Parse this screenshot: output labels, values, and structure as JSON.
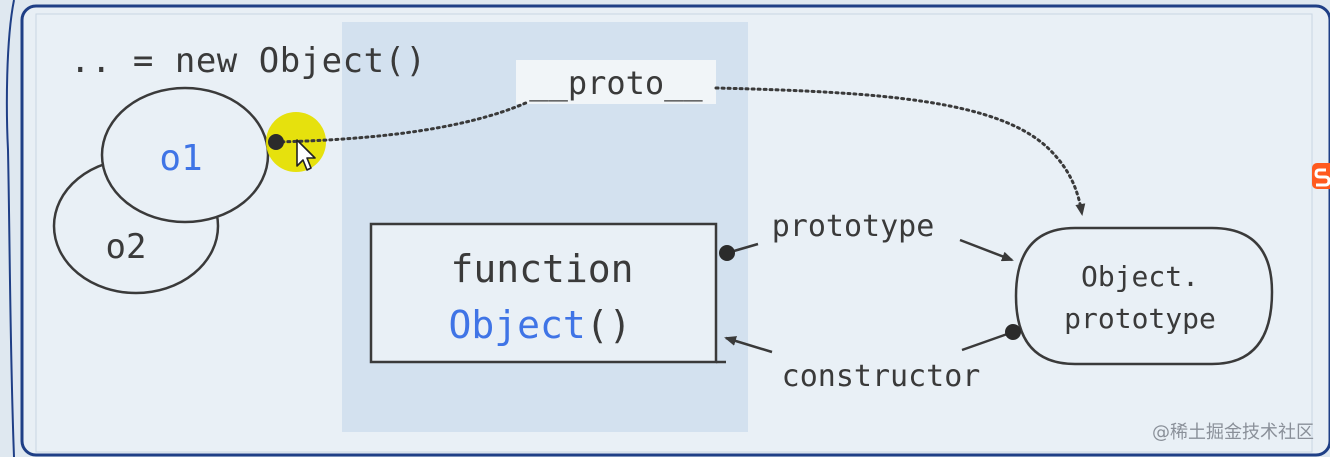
{
  "colors": {
    "frame_bg": "#e8eff5",
    "center_band": "#d3e1ef",
    "frame_border": "#1f3f86",
    "ink": "#3a3a3a",
    "accent_blue": "#3f74e6",
    "cursor_highlight": "#e6df00"
  },
  "diagram": {
    "code_line": ".. = new Object()",
    "instance_front": "o1",
    "instance_back": "o2",
    "proto_label": "__proto__",
    "function_keyword": "function",
    "function_name": "Object",
    "function_parens": "()",
    "prototype_label": "prototype",
    "constructor_label": "constructor",
    "object_prototype_line1": "Object.",
    "object_prototype_line2": "prototype"
  },
  "watermark": "@稀土掘金技术社区",
  "icons": {
    "cursor": "mouse-pointer-icon",
    "edge_badge": "brand-s-icon"
  }
}
